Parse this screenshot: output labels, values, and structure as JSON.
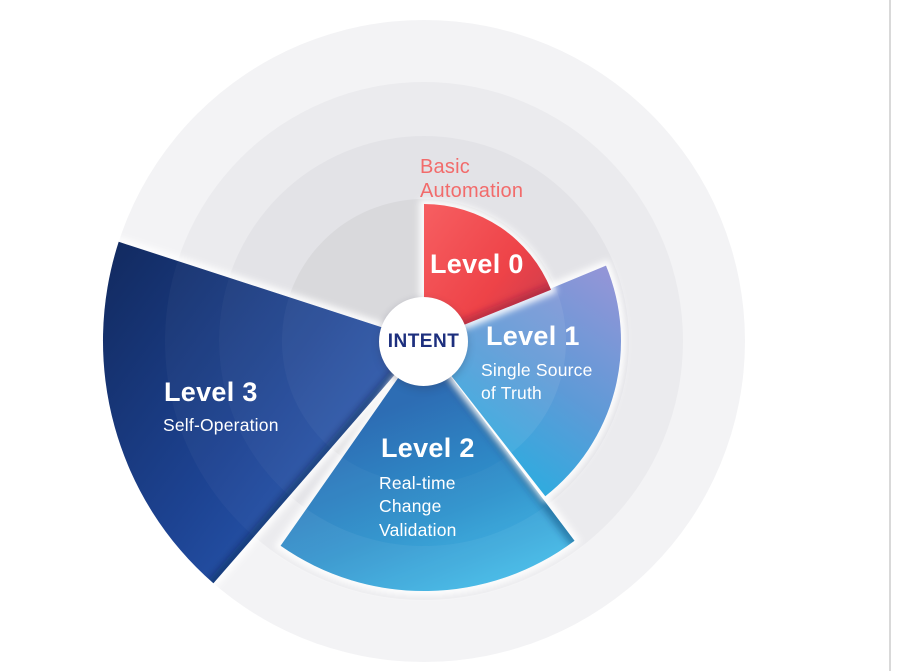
{
  "diagram": {
    "center_label": "INTENT",
    "background_rings": [
      {
        "radius": 321,
        "color": "#f3f3f5"
      },
      {
        "radius": 259,
        "color": "#ebebee"
      },
      {
        "radius": 205,
        "color": "#e3e3e7"
      },
      {
        "radius": 142,
        "color": "#d9d9dc"
      }
    ],
    "levels": [
      {
        "id": "level-0",
        "label": "Level 0",
        "description": "Basic Automation",
        "start_deg": 0,
        "end_deg": 68,
        "radius": 137,
        "gradient": [
          "#f65d60",
          "#ee4348",
          "#c33a4f"
        ]
      },
      {
        "id": "level-1",
        "label": "Level 1",
        "description": "Single Source of Truth",
        "start_deg": 67.5,
        "end_deg": 142,
        "radius": 197,
        "gradient": [
          "#9295d7",
          "#5e9ad7",
          "#2fabdf"
        ]
      },
      {
        "id": "level-2",
        "label": "Level 2",
        "description": "Real-time Change Validation",
        "start_deg": 143,
        "end_deg": 215,
        "radius": 250,
        "gradient": [
          "#2d6db4",
          "#2f93cd",
          "#3fbce9"
        ]
      },
      {
        "id": "level-3",
        "label": "Level 3",
        "description": "Self-Operation",
        "start_deg": 221,
        "end_deg": 288,
        "radius": 321,
        "gradient": [
          "#122a60",
          "#1d4392",
          "#2b5eb9"
        ]
      }
    ],
    "colors": {
      "center_text": "#1d2f7e",
      "level0_caption": "#f26b6b",
      "slide_edge": "#d9d9d9"
    }
  }
}
